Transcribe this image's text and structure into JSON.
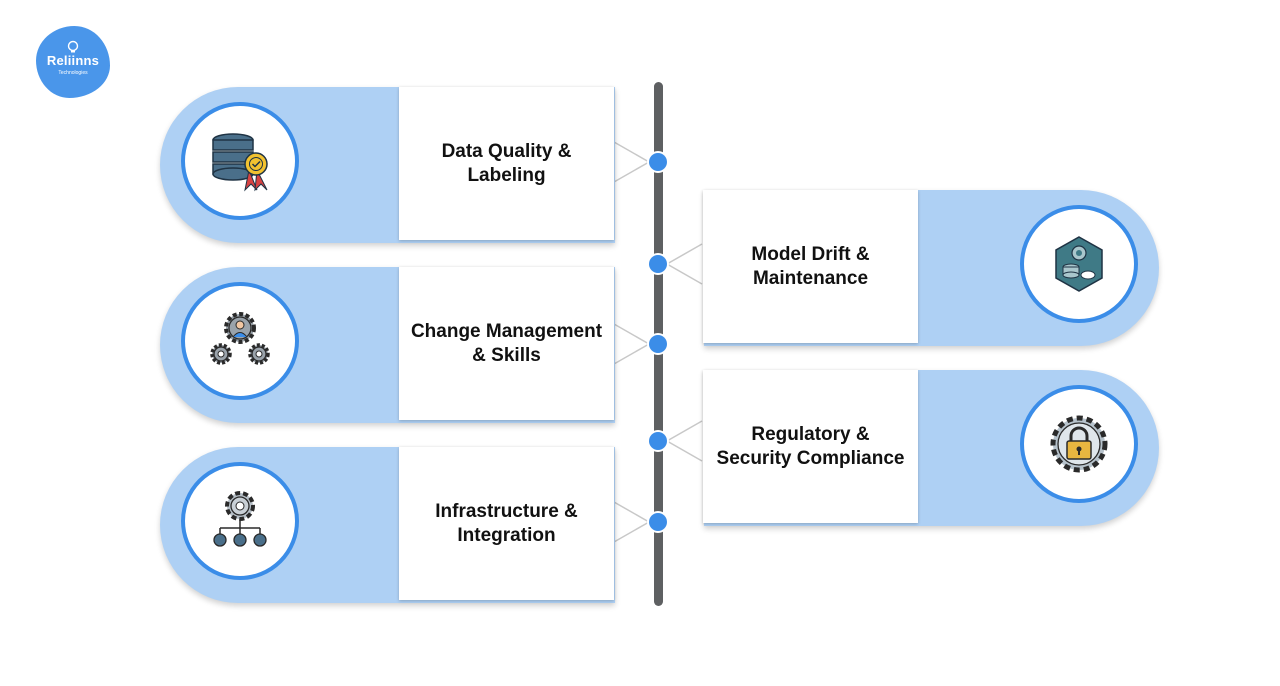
{
  "logo": {
    "brand": "Reliinns",
    "sub": "Technologies"
  },
  "items": [
    {
      "label": "Data Quality &\nLabeling",
      "icon": "database-quality-icon"
    },
    {
      "label": "Model Drift &\nMaintenance",
      "icon": "model-hexagon-icon"
    },
    {
      "label": "Change Management\n& Skills",
      "icon": "team-gears-icon"
    },
    {
      "label": "Regulatory &\nSecurity Compliance",
      "icon": "security-lock-icon"
    },
    {
      "label": "Infrastructure &\nIntegration",
      "icon": "network-integration-icon"
    }
  ],
  "colors": {
    "accent": "#3b8de8",
    "pill": "#aed0f4",
    "axis": "#5e6062"
  }
}
